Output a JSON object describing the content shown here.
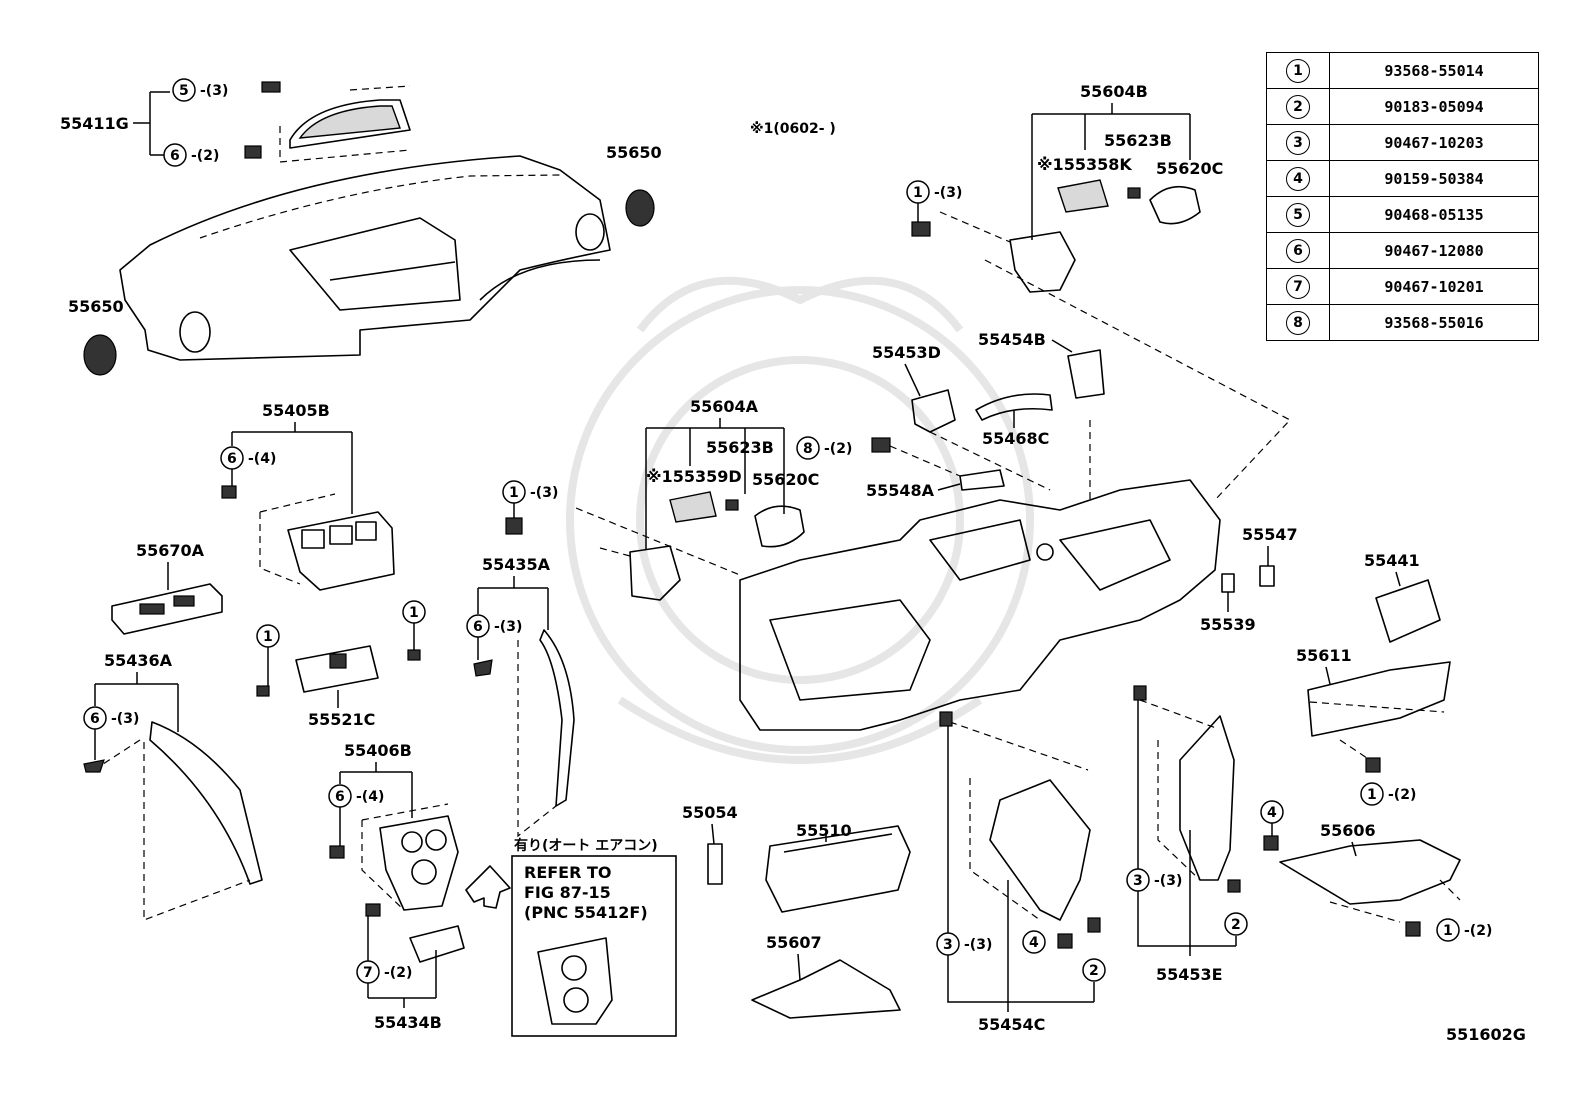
{
  "note": "※1(0602-     )",
  "drawing_code": "551602G",
  "legend": [
    {
      "key": "1",
      "part": "93568-55014"
    },
    {
      "key": "2",
      "part": "90183-05094"
    },
    {
      "key": "3",
      "part": "90467-10203"
    },
    {
      "key": "4",
      "part": "90159-50384"
    },
    {
      "key": "5",
      "part": "90468-05135"
    },
    {
      "key": "6",
      "part": "90467-12080"
    },
    {
      "key": "7",
      "part": "90467-10201"
    },
    {
      "key": "8",
      "part": "93568-55016"
    }
  ],
  "parts": {
    "p55411G": "55411G",
    "p55650a": "55650",
    "p55650b": "55650",
    "p55604B": "55604B",
    "p55623B_top": "55623B",
    "p55358K": "※155358K",
    "p55620C_top": "55620C",
    "p55453D": "55453D",
    "p55454B": "55454B",
    "p55468C": "55468C",
    "p55548A": "55548A",
    "p55405B": "55405B",
    "p55670A": "55670A",
    "p55604A": "55604A",
    "p55623B": "55623B",
    "p55359D": "※155359D",
    "p55620C": "55620C",
    "p55435A": "55435A",
    "p55521C": "55521C",
    "p55436A": "55436A",
    "p55406B": "55406B",
    "p55434B": "55434B",
    "p55054": "55054",
    "p55510": "55510",
    "p55607": "55607",
    "p55454C": "55454C",
    "p55453E": "55453E",
    "p55547": "55547",
    "p55539": "55539",
    "p55441": "55441",
    "p55611": "55611",
    "p55606": "55606"
  },
  "qty": {
    "q3": "-(3)",
    "q2": "-(2)",
    "q4": "-(4)"
  },
  "callouts": {
    "c1": "1",
    "c2": "2",
    "c3": "3",
    "c4": "4",
    "c5": "5",
    "c6": "6",
    "c7": "7",
    "c8": "8"
  },
  "refer": {
    "header": "有り(オート エアコン)",
    "line1": "REFER TO",
    "line2": "FIG 87-15",
    "line3": "(PNC 55412F)"
  }
}
